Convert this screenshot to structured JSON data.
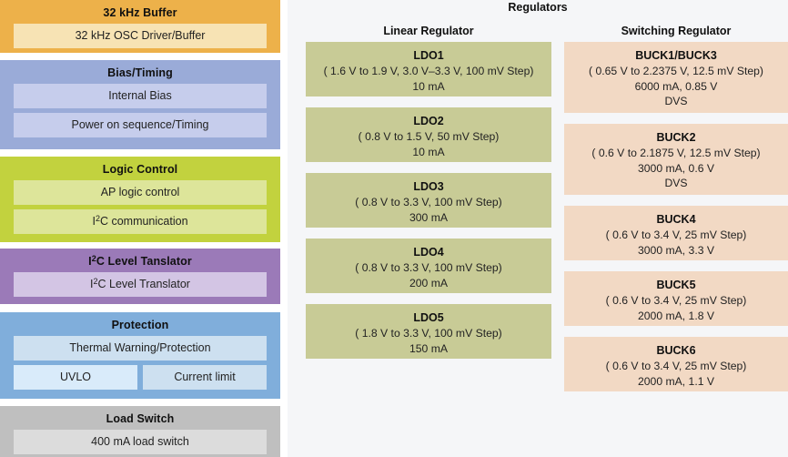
{
  "left_panel": {
    "blocks": [
      {
        "title": "32 kHz Buffer",
        "color": "#edb14a",
        "sub_color": "#f7e3b4",
        "items": [
          {
            "label": "32 kHz OSC Driver/Buffer"
          }
        ]
      },
      {
        "title": "Bias/Timing",
        "color": "#9aabd8",
        "sub_color": "#c6cdec",
        "items": [
          {
            "label": "Internal Bias"
          },
          {
            "label": "Power on sequence/Timing"
          }
        ]
      },
      {
        "title": "Logic Control",
        "color": "#c2d23e",
        "sub_color": "#dde59a",
        "items": [
          {
            "label": "AP logic control"
          },
          {
            "label": "I²C communication"
          }
        ]
      },
      {
        "title": "I²C Level Tanslator",
        "color": "#9b7ab8",
        "sub_color": "#d3c5e4",
        "items": [
          {
            "label": "I²C Level Translator"
          }
        ]
      },
      {
        "title": "Protection",
        "color": "#80aedb",
        "sub_color": "#cde0f0",
        "items": [
          {
            "label": "Thermal Warning/Protection"
          },
          {
            "label": "UVLO"
          },
          {
            "label": "Current limit"
          }
        ]
      },
      {
        "title": "Load Switch",
        "color": "#bfbfbf",
        "sub_color": "#dcdcdc",
        "items": [
          {
            "label": "400 mA load switch"
          }
        ]
      }
    ]
  },
  "right_panel": {
    "title": "Regulators",
    "background": "#f5f6f8",
    "columns": [
      {
        "heading": "Linear Regulator",
        "color": "#c8cb96",
        "cards": [
          {
            "name": "LDO1",
            "lines": [
              "( 1.6 V to 1.9 V, 3.0 V–3.3 V, 100 mV Step)",
              "10 mA"
            ]
          },
          {
            "name": "LDO2",
            "lines": [
              "( 0.8 V to 1.5 V, 50 mV Step)",
              "10 mA"
            ]
          },
          {
            "name": "LDO3",
            "lines": [
              "( 0.8 V to 3.3 V, 100 mV Step)",
              "300 mA"
            ]
          },
          {
            "name": "LDO4",
            "lines": [
              "( 0.8 V to 3.3 V, 100 mV Step)",
              "200 mA"
            ]
          },
          {
            "name": "LDO5",
            "lines": [
              "( 1.8 V to 3.3 V, 100 mV Step)",
              "150 mA"
            ]
          }
        ]
      },
      {
        "heading": "Switching Regulator",
        "color": "#f2d9c4",
        "cards": [
          {
            "name": "BUCK1/BUCK3",
            "lines": [
              "( 0.65 V to 2.2375 V, 12.5 mV Step)",
              "6000 mA, 0.85 V",
              "DVS"
            ]
          },
          {
            "name": "BUCK2",
            "lines": [
              "( 0.6 V to 2.1875 V, 12.5 mV Step)",
              "3000 mA, 0.6 V",
              "DVS"
            ]
          },
          {
            "name": "BUCK4",
            "lines": [
              "( 0.6 V to 3.4 V, 25 mV Step)",
              "3000 mA, 3.3 V"
            ]
          },
          {
            "name": "BUCK5",
            "lines": [
              "( 0.6 V to 3.4 V, 25 mV Step)",
              "2000 mA, 1.8 V"
            ]
          },
          {
            "name": "BUCK6",
            "lines": [
              "( 0.6 V to 3.4 V, 25 mV Step)",
              "2000 mA, 1.1 V"
            ]
          }
        ]
      }
    ]
  }
}
